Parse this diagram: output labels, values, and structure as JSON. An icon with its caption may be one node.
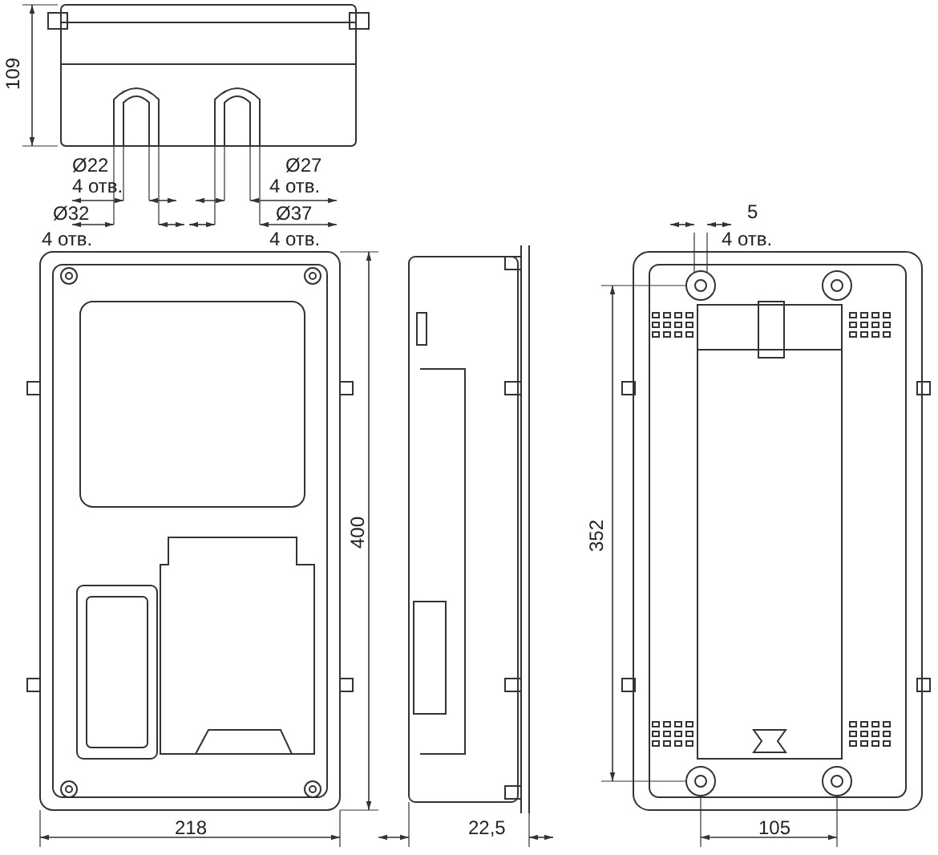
{
  "diagram": {
    "labels": [
      "109",
      "Ø22",
      "Ø27",
      "4 отв.",
      "4 отв.",
      "Ø32",
      "Ø37",
      "4 отв.",
      "4 отв.",
      "5",
      "4 отв.",
      "400",
      "352",
      "218",
      "22,5",
      "105"
    ]
  }
}
